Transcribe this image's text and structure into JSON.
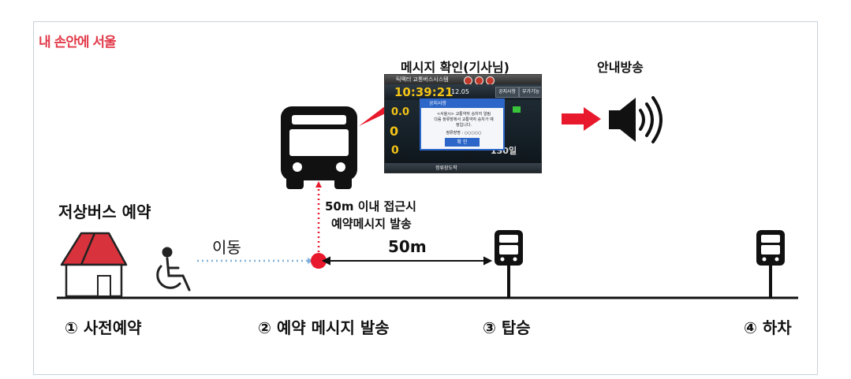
{
  "logo": {
    "text": "내 손안에 서울"
  },
  "labels": {
    "message_confirm": "메시지 확인(기사님)",
    "announcement": "안내방송",
    "low_floor_reserve": "저상버스 예약",
    "approach_line1": "50m 이내 접근시",
    "approach_line2": "예약메시지 발송",
    "move": "이동",
    "distance": "50m"
  },
  "steps": [
    {
      "label": "① 사전예약"
    },
    {
      "label": "② 예약 메시지 발송"
    },
    {
      "label": "③ 탑승"
    },
    {
      "label": "④ 하차"
    }
  ],
  "device": {
    "top_text": "틱팩터 교통버스시스템",
    "clock": "10:39:21",
    "date": "12.05",
    "btn1": "공지사항",
    "btn2": "부가기능",
    "val1": "0.0",
    "val2": "0",
    "val3": "0",
    "val4": "130일",
    "dialog_title": "공지사항",
    "dialog_line1": "<서울시> 교통약자 승차지 알림",
    "dialog_line2": "다음 정류장에서 교통약자 승차가 예",
    "dialog_line3": "정입니다.",
    "dialog_line4": "정류장명 : ○○○○○",
    "dialog_ok": "확 인",
    "stop_name": "정류장도착"
  },
  "colors": {
    "accent_red": "#e8192c",
    "logo_red": "#e23a4a",
    "house_roof": "#d8333c",
    "dotted_blue": "#7fb0d9",
    "dotted_red": "#e8192c",
    "dark": "#111111"
  },
  "icons": {
    "bus": "bus-front-icon",
    "speaker": "speaker-icon",
    "house": "house-icon",
    "wheelchair": "wheelchair-icon",
    "bus_stop": "bus-stop-icon",
    "arrow": "red-arrow-icon"
  }
}
